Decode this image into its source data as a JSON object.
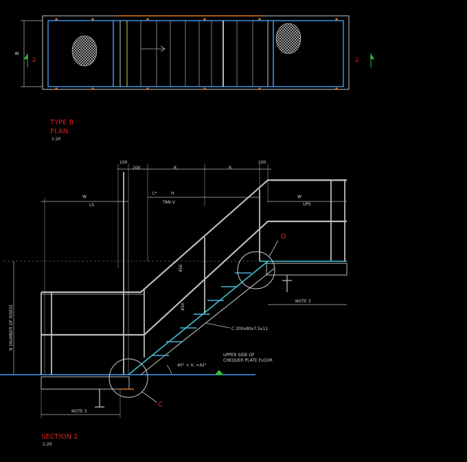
{
  "plan": {
    "title_line1": "TYPE B",
    "title_line2": "PLAN",
    "scale": "1:20",
    "section_mark_left": "2",
    "section_mark_right": "2",
    "width_dim": "B"
  },
  "section": {
    "title": "SECTION 2",
    "scale": "1:20",
    "detail_c": "C",
    "detail_d": "D",
    "dim_100_left": "100",
    "dim_200": "200",
    "dim_r1": "R",
    "dim_r2": "R",
    "dim_100_right": "100",
    "w_left": "W",
    "ls_label": "LS",
    "w_right": "W",
    "ups_label": "UPS",
    "l_label": "L*",
    "h_label": "H",
    "tan_label": "TAN V",
    "dim_450": "450",
    "dim_450b": "450",
    "rises_label": "N (NUMBER OF RISES)",
    "channel_label": "C 200x80x7.5x11",
    "floor_label_line1": "UPPER SIDE OF",
    "floor_label_line2": "CHEQUER PLATE FLOOR",
    "angle_label": "40° < V, <42°",
    "note_right": "NOTE 3",
    "note_left": "NOTE 3"
  },
  "colors": {
    "background": "#000000",
    "title_red": "#e02020",
    "frame_blue": "#4aa8ff",
    "tread_cyan": "#3fc6d6",
    "accent_orange": "#d7782c",
    "marker_green": "#2ec43a"
  }
}
